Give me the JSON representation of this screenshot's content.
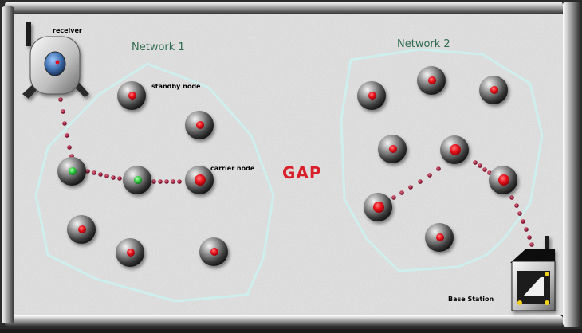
{
  "labels": {
    "network1": "Network 1",
    "network2": "Network 2",
    "receiver": "receiver",
    "standby": "standby node",
    "carrier": "carrier node",
    "gap": "GAP",
    "base_station": "Base Station"
  },
  "colors": {
    "frame": "#2a2a2a",
    "background": "#e6e6e6",
    "boundary": "#cfeeee",
    "link": "#9a1d3c",
    "node_dot_red": "#e8101a",
    "node_dot_green": "#2ecc40",
    "node_body": "#7a7a7a",
    "title": "#2e6b4f",
    "gap": "#d81f2a"
  }
}
